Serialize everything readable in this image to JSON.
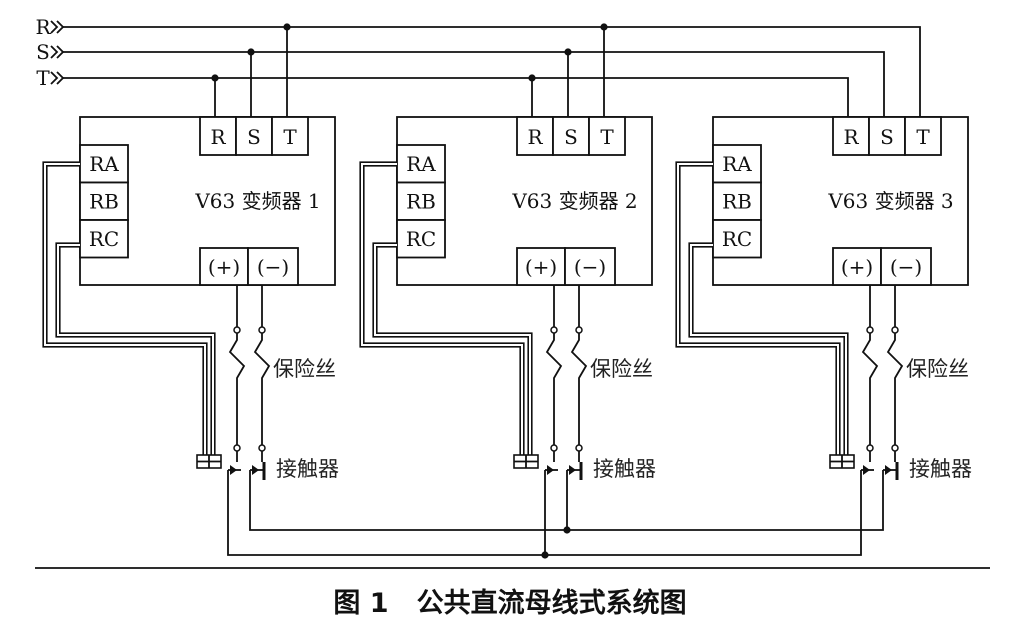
{
  "phases": [
    "R",
    "S",
    "T"
  ],
  "inverters": [
    {
      "title": "V63 变频器 1",
      "input_terminals": [
        "R",
        "S",
        "T"
      ],
      "relay_terminals": [
        "RA",
        "RB",
        "RC"
      ],
      "dc_terminals": [
        "(+)",
        "(−)"
      ],
      "fuse_label": "保险丝",
      "contactor_label": "接触器"
    },
    {
      "title": "V63 变频器 2",
      "input_terminals": [
        "R",
        "S",
        "T"
      ],
      "relay_terminals": [
        "RA",
        "RB",
        "RC"
      ],
      "dc_terminals": [
        "(+)",
        "(−)"
      ],
      "fuse_label": "保险丝",
      "contactor_label": "接触器"
    },
    {
      "title": "V63 变频器 3",
      "input_terminals": [
        "R",
        "S",
        "T"
      ],
      "relay_terminals": [
        "RA",
        "RB",
        "RC"
      ],
      "dc_terminals": [
        "(+)",
        "(−)"
      ],
      "fuse_label": "保险丝",
      "contactor_label": "接触器"
    }
  ],
  "caption": {
    "number": "图 1",
    "title": "公共直流母线式系统图"
  }
}
